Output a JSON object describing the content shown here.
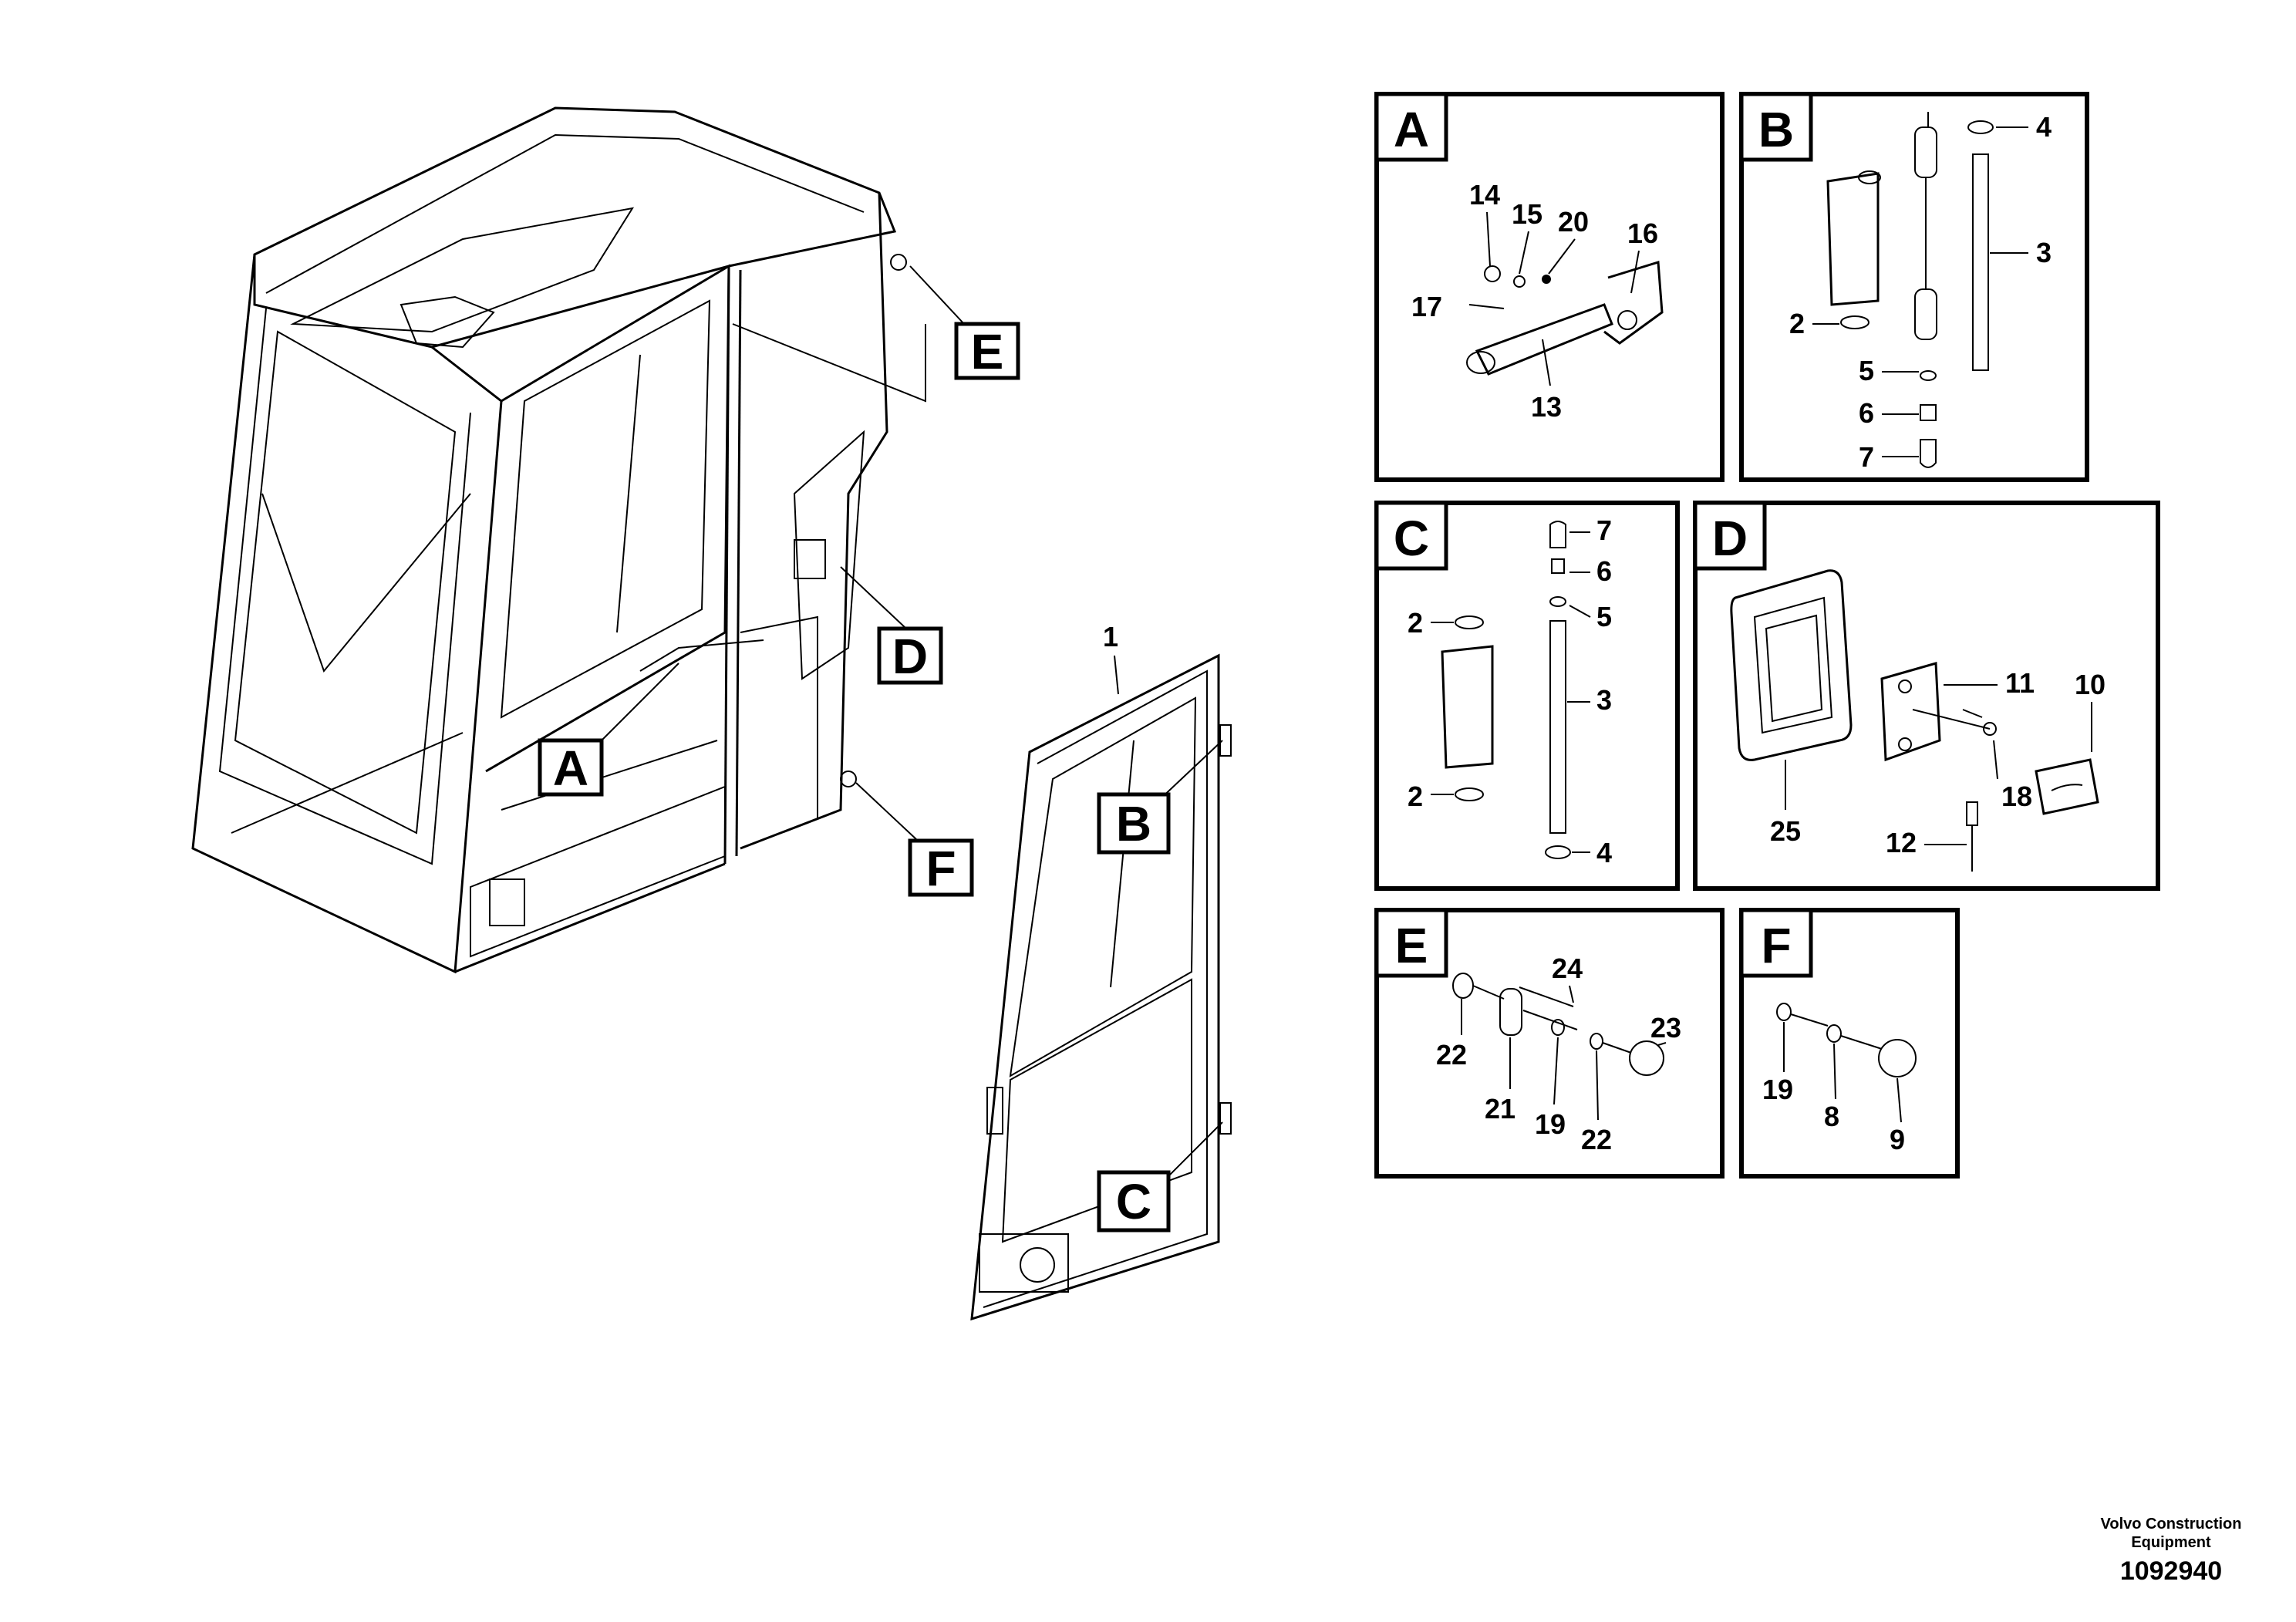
{
  "callouts": {
    "A": "A",
    "B": "B",
    "C": "C",
    "D": "D",
    "E": "E",
    "F": "F"
  },
  "door_part": "1",
  "panels": {
    "A": {
      "label": "A",
      "parts": [
        "14",
        "15",
        "20",
        "16",
        "17",
        "13"
      ]
    },
    "B": {
      "label": "B",
      "parts": [
        "4",
        "3",
        "2",
        "5",
        "6",
        "7"
      ]
    },
    "C": {
      "label": "C",
      "parts": [
        "7",
        "6",
        "2",
        "5",
        "3",
        "2",
        "4"
      ]
    },
    "D": {
      "label": "D",
      "parts": [
        "11",
        "10",
        "18",
        "25",
        "12"
      ]
    },
    "E": {
      "label": "E",
      "parts": [
        "24",
        "23",
        "22",
        "21",
        "19",
        "22"
      ]
    },
    "F": {
      "label": "F",
      "parts": [
        "19",
        "8",
        "9"
      ]
    }
  },
  "footer": {
    "company_line1": "Volvo Construction",
    "company_line2": "Equipment",
    "drawing_number": "1092940"
  }
}
